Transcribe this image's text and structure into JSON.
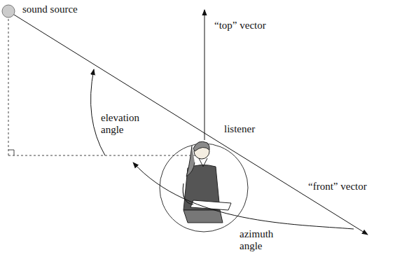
{
  "diagram": {
    "labels": [
      "sound source",
      "“top” vector",
      "listener",
      "elevation angle",
      "“front” vector",
      "azimuth angle"
    ]
  }
}
